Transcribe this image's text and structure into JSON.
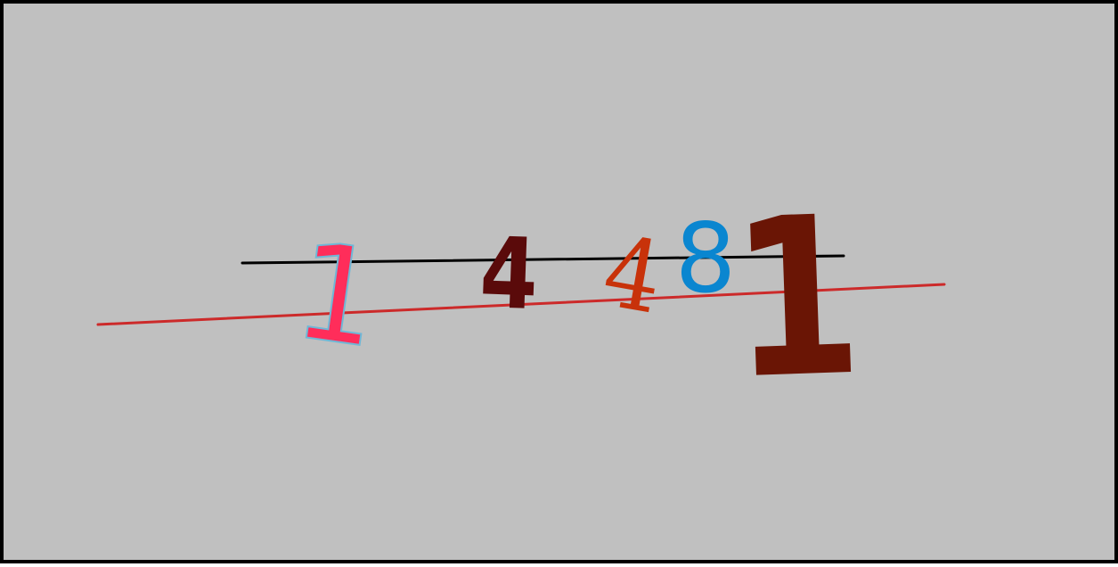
{
  "captcha": {
    "digits": [
      {
        "char": "1",
        "color": "#ff2d5a",
        "outline": "#6fb7d6"
      },
      {
        "char": "4",
        "color": "#5a0a0a",
        "outline": ""
      },
      {
        "char": "4",
        "color": "#c8320a",
        "outline": ""
      },
      {
        "char": "8",
        "color": "#0a86d0",
        "outline": ""
      },
      {
        "char": "1",
        "color": "#6a1505",
        "outline": ""
      }
    ],
    "background_color": "#c0c0c0",
    "border_color": "#000000",
    "noise_lines": [
      {
        "color": "#000000"
      },
      {
        "color": "#cc2a2a"
      }
    ]
  }
}
